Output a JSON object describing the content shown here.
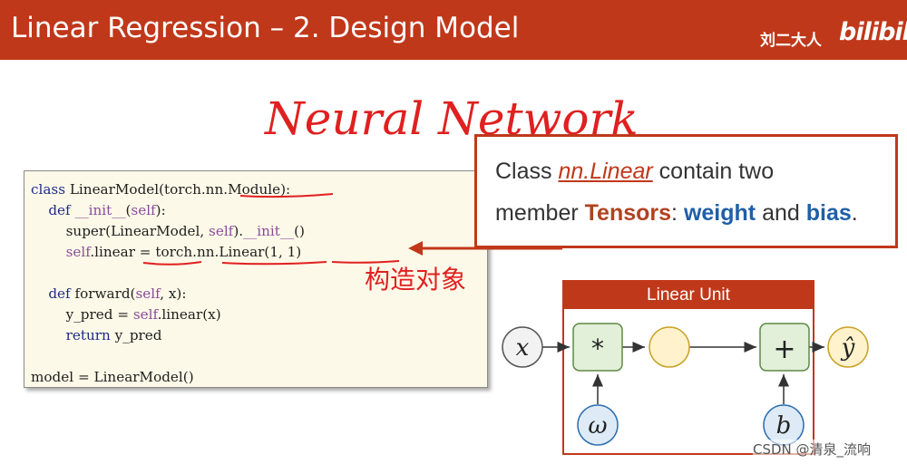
{
  "header": {
    "title": "Linear Regression – 2. Design Model",
    "brand": "刘二大人",
    "logo": "bilibili"
  },
  "code": {
    "line1": {
      "kw": "class",
      "rest": " LinearModel(torch.nn.Module):"
    },
    "line2": {
      "kw": "def",
      "dunder": "__init__",
      "open": "(",
      "self": "self",
      "close": "):"
    },
    "line3": {
      "a": "super(LinearModel, ",
      "self": "self",
      "b": ").",
      "dunder": "__init__",
      "c": "()"
    },
    "line4": {
      "self": "self",
      "rest": ".linear = torch.nn.Linear(1, 1)"
    },
    "line5": {
      "kw": "def",
      "a": " forward(",
      "self": "self",
      "b": ", x):"
    },
    "line6": {
      "a": "y_pred = ",
      "self": "self",
      "b": ".linear(x)"
    },
    "line7": {
      "kw": "return",
      "rest": " y_pred"
    },
    "line8": "model = LinearModel()"
  },
  "callout": {
    "l1_class": "Class",
    "l1_nnlinear": "nn.Linear",
    "l1_rest": "contain two",
    "l2_member": "member",
    "l2_tensors": "Tensors",
    "l2_colon": ":",
    "l2_weight": "weight",
    "l2_and": "and",
    "l2_bias": "bias",
    "l2_period": "."
  },
  "diagram": {
    "title": "Linear Unit",
    "x": "x",
    "mul": "*",
    "add": "+",
    "omega": "ω",
    "b": "b",
    "yhat": "ŷ"
  },
  "annotations": {
    "neural_network": "Neural Network",
    "construct": "构造对象"
  },
  "watermark": "CSDN @清泉_流响",
  "colors": {
    "accent": "#c0381a",
    "blue": "#1f5fa8",
    "code_bg": "#fdf9e8",
    "node_green": "#e2efd9",
    "node_yellow": "#fff2cc",
    "node_blue": "#deebf7",
    "ink_red": "#e02020"
  }
}
